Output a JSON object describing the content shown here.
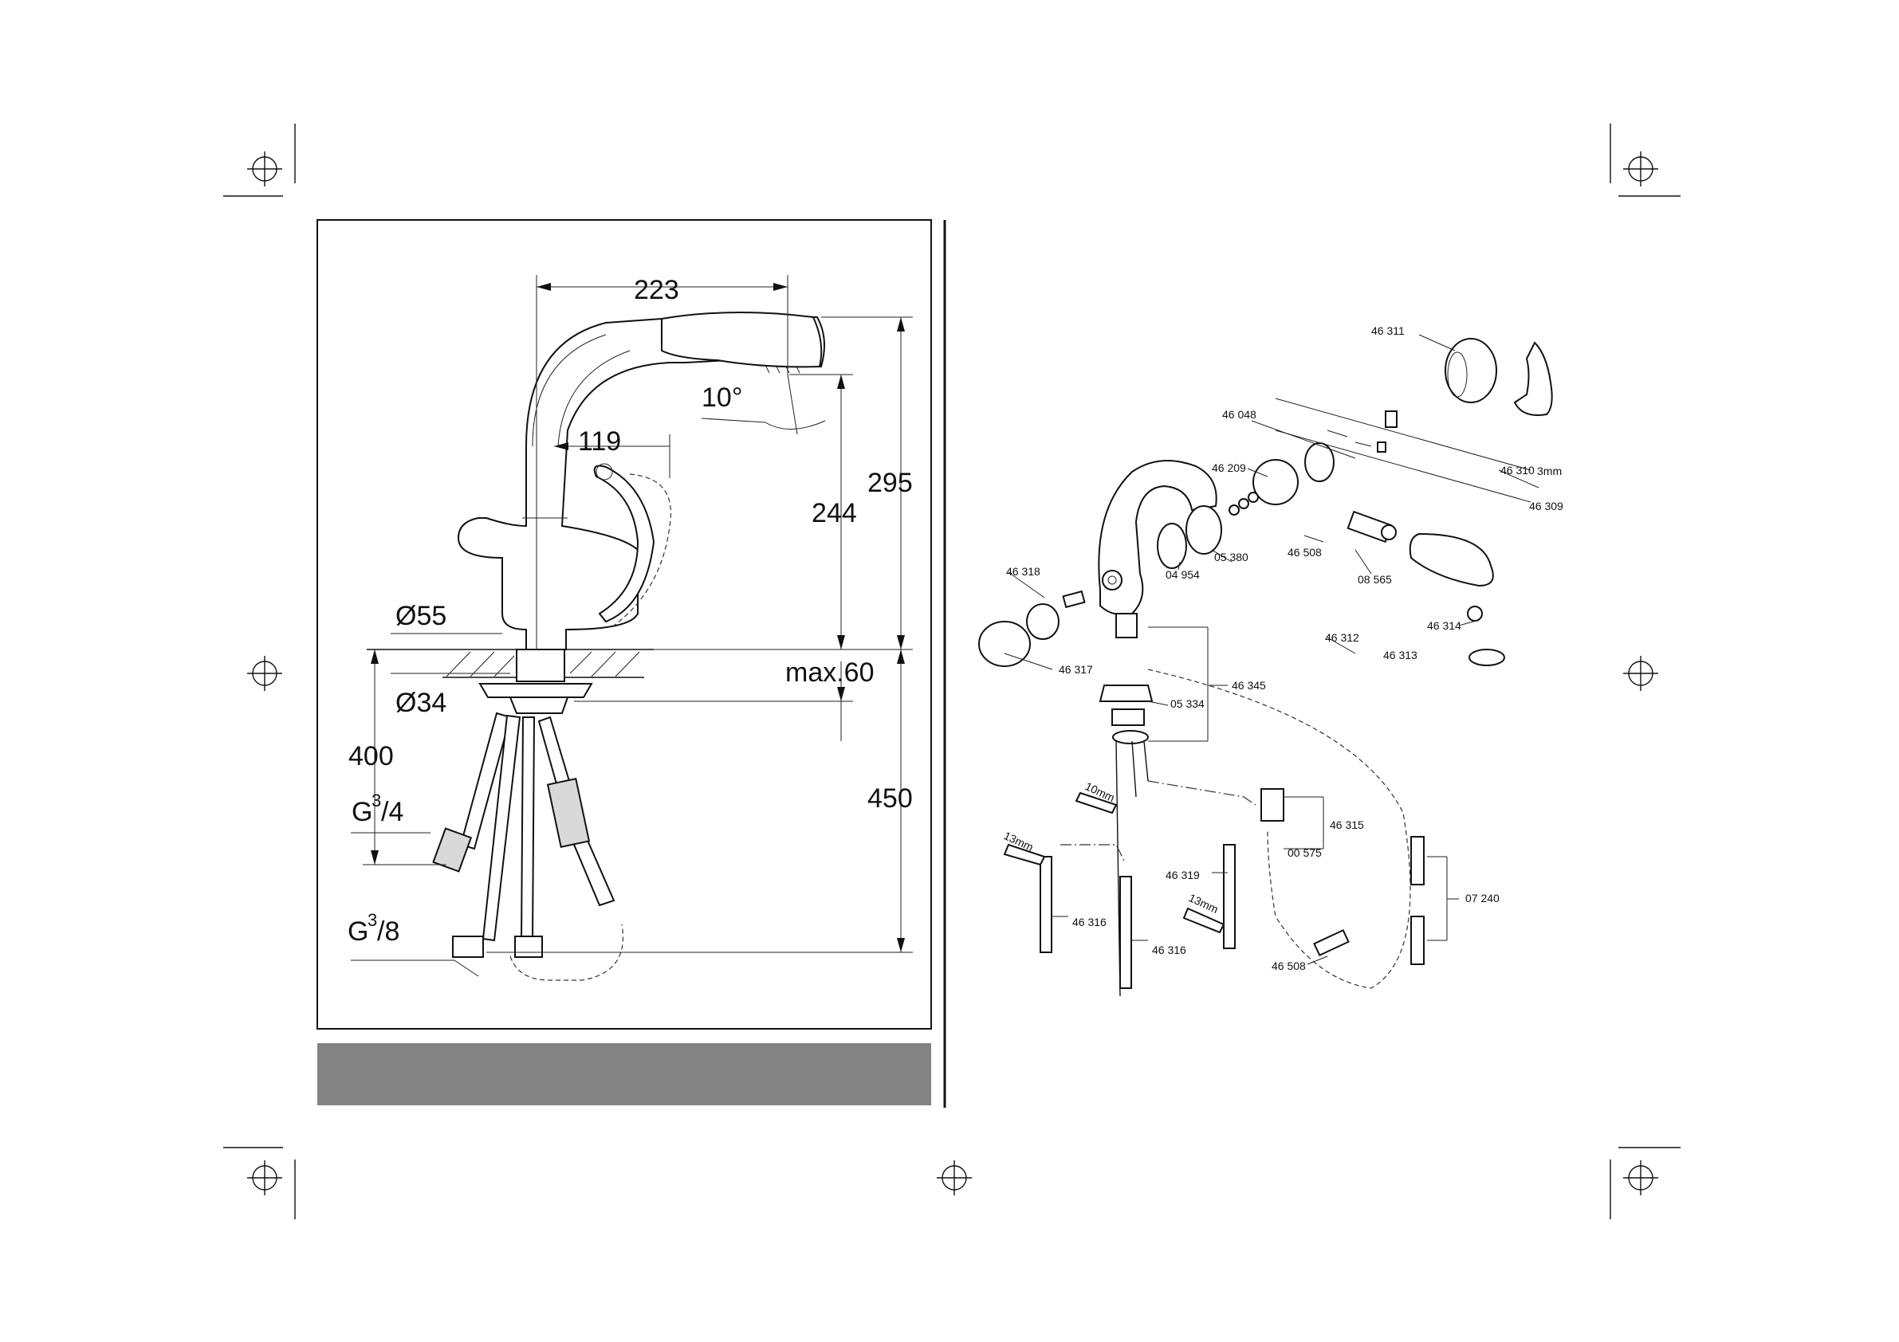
{
  "dimension_drawing": {
    "labels": {
      "width_total": "223",
      "spout_angle": "10°",
      "lever_offset": "119",
      "height_total": "295",
      "height_outlet": "244",
      "base_diameter": "Ø55",
      "deck_max": "max.60",
      "hole_diameter": "Ø34",
      "hose_400": "400",
      "hose_450": "450",
      "thread_large_base": "G",
      "thread_large_sup": "3",
      "thread_large_sub": "/4",
      "thread_small_base": "G",
      "thread_small_sup": "3",
      "thread_small_sub": "/8"
    }
  },
  "exploded_view": {
    "parts": {
      "p46311": "46 311",
      "p46048": "46 048",
      "p46209": "46 209",
      "p46310": "46 310",
      "p3mm": "3mm",
      "p46309": "46 309",
      "p46508a": "46 508",
      "p05380": "05 380",
      "p04954": "04 954",
      "p08565": "08 565",
      "p46318": "46 318",
      "p46314": "46 314",
      "p46312": "46 312",
      "p46313": "46 313",
      "p46317": "46 317",
      "p46345": "46 345",
      "p05334": "05 334",
      "p10mm": "10mm",
      "p46315": "46 315",
      "p00575": "00 575",
      "p13mm_a": "13mm",
      "p46319": "46 319",
      "p07240": "07 240",
      "p46316a": "46 316",
      "p13mm_b": "13mm",
      "p46316b": "46 316",
      "p46508b": "46 508"
    }
  },
  "colors": {
    "line": "#111111",
    "gray_band": "#838383",
    "paper": "#ffffff"
  }
}
